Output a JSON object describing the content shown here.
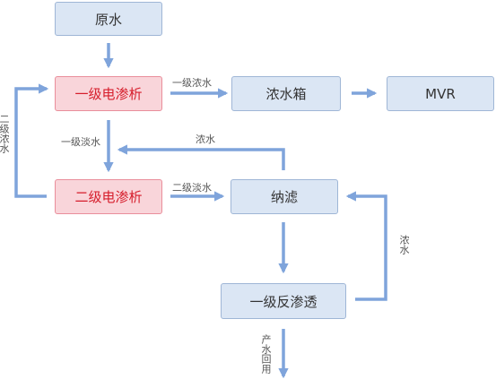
{
  "colors": {
    "arrow": "#7fa4db",
    "box_fill": "#dbe6f4",
    "box_border": "#9fb6d6",
    "red_fill": "#f9d5da",
    "red_border": "#e98e9b",
    "red_text": "#d61d2b"
  },
  "nodes": {
    "raw_water": "原水",
    "ed_stage1": "一级电渗析",
    "concentrate_tank": "浓水箱",
    "mvr": "MVR",
    "ed_stage2": "二级电渗析",
    "nanofiltration": "纳滤",
    "ro_stage1": "一级反渗透"
  },
  "labels": {
    "stage1_concentrate": "一级浓水",
    "stage1_dilute": "一级淡水",
    "stage2_concentrate": "二级浓水",
    "stage2_dilute": "二级淡水",
    "nf_concentrate": "浓水",
    "ro_concentrate": "浓水",
    "product_water": "产水回用"
  }
}
